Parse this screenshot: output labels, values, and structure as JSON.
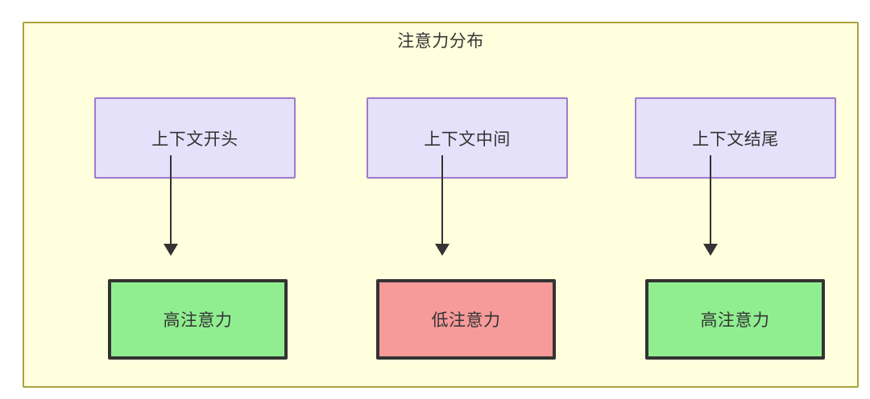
{
  "diagram": {
    "title": "注意力分布",
    "background_color": "#ffffdd",
    "border_color": "#aaa33c",
    "nodes": {
      "context": [
        {
          "id": "ctx-start",
          "label": "上下文开头",
          "fill": "#e6e1fb",
          "stroke": "#9f79ce"
        },
        {
          "id": "ctx-middle",
          "label": "上下文中间",
          "fill": "#e6e1fb",
          "stroke": "#9f79ce"
        },
        {
          "id": "ctx-end",
          "label": "上下文结尾",
          "fill": "#e6e1fb",
          "stroke": "#9f79ce"
        }
      ],
      "attention": [
        {
          "id": "att-start",
          "label": "高注意力",
          "fill": "#90ee90",
          "stroke": "#333333",
          "level": "high"
        },
        {
          "id": "att-middle",
          "label": "低注意力",
          "fill": "#f79a9a",
          "stroke": "#333333",
          "level": "low"
        },
        {
          "id": "att-end",
          "label": "高注意力",
          "fill": "#90ee90",
          "stroke": "#333333",
          "level": "high"
        }
      ]
    },
    "edges": [
      {
        "from": "ctx-start",
        "to": "att-start",
        "label": ""
      },
      {
        "from": "ctx-middle",
        "to": "att-middle",
        "label": ""
      },
      {
        "from": "ctx-end",
        "to": "att-end",
        "label": ""
      }
    ]
  }
}
